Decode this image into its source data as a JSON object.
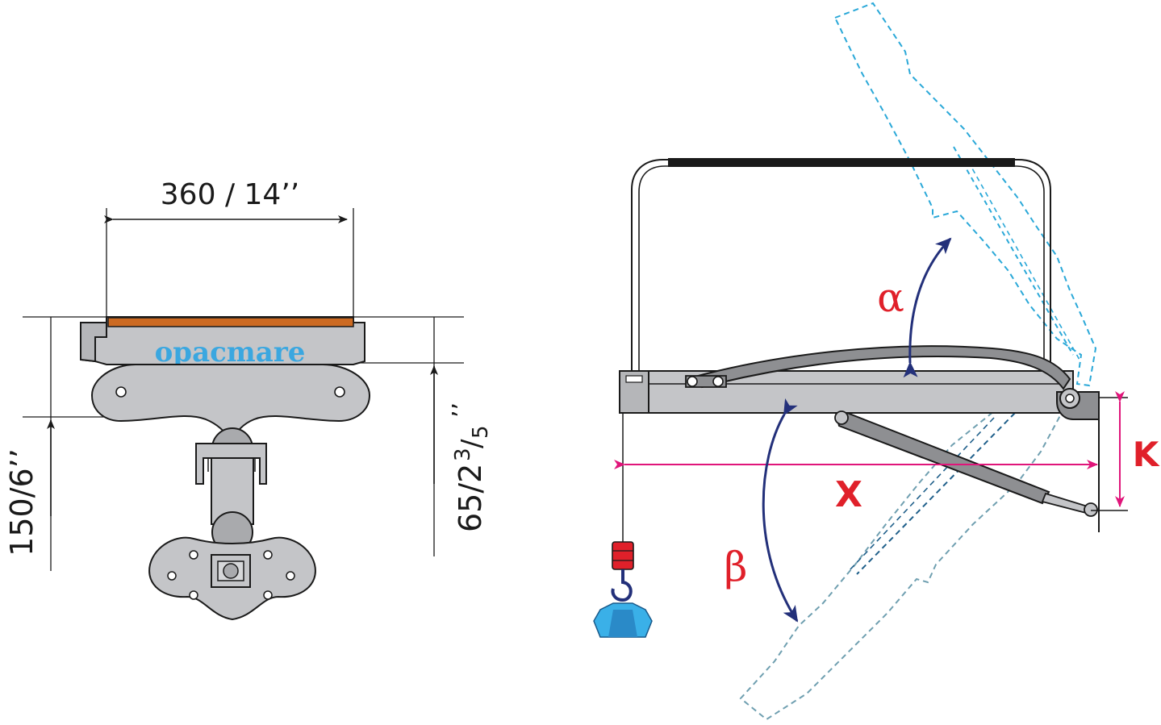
{
  "left_view": {
    "width_label": "360 / 14’’",
    "height_label": "150/6’’",
    "offset_label_main": "65/2",
    "offset_label_num": "3",
    "offset_label_den": "5",
    "offset_label_quote": "’’",
    "brand": "opacmare"
  },
  "right_view": {
    "alpha": "α",
    "beta": "β",
    "x_label": "X",
    "k_label": "K"
  },
  "colors": {
    "line": "#1a1a1a",
    "metal": "#c4c5c8",
    "metal_dark": "#8e8f92",
    "pad": "#cc6a22",
    "brand": "#3aa7e0",
    "arrow": "#23307a",
    "magenta": "#e0157a",
    "red": "#e0202a",
    "dash_cyan": "#2aa8d8",
    "dash_teal": "#6f9fb0",
    "dash_navy": "#1f5f8a",
    "weight": "#3ab0e8",
    "hook_red": "#e0202a"
  }
}
